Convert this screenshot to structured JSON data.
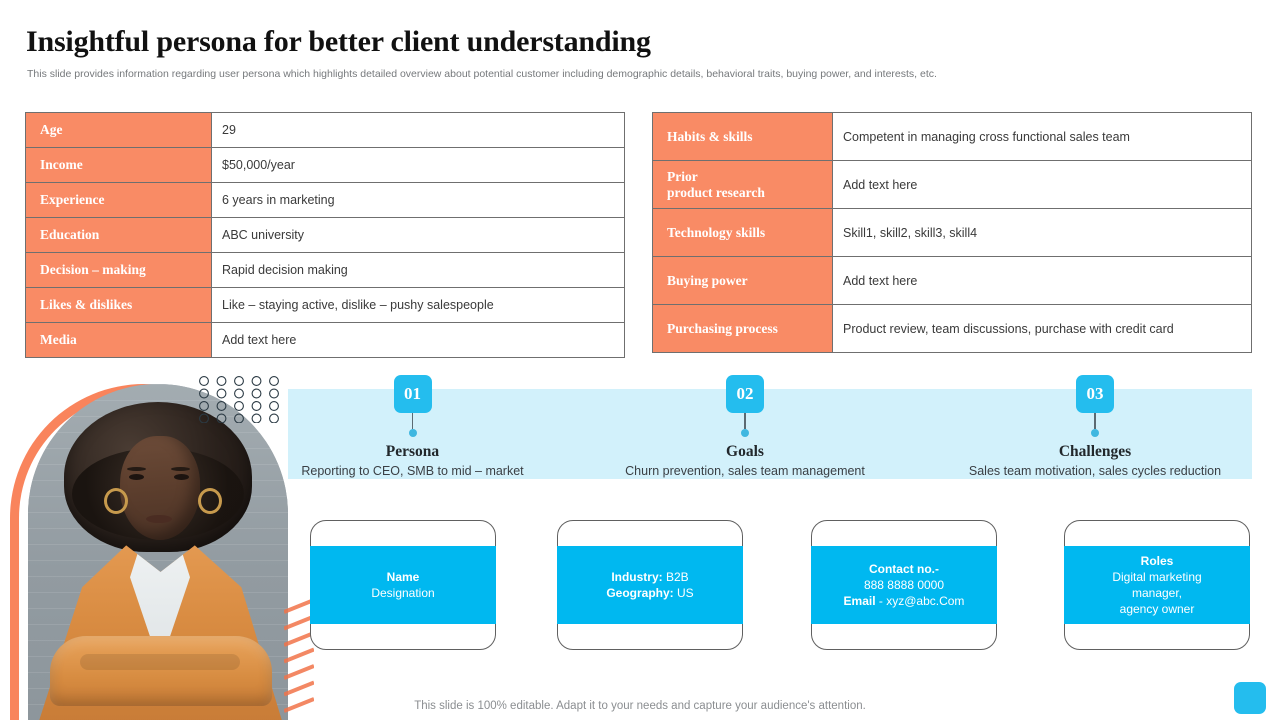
{
  "header": {
    "title": "Insightful persona for better client understanding",
    "subtitle": "This slide provides information regarding user persona which highlights detailed overview about potential customer including demographic details, behavioral traits, buying power, and interests, etc."
  },
  "colors": {
    "orange": "#F9845C",
    "orange_cell": "#F98B65",
    "cyan": "#00B8F0",
    "cyan_badge": "#24BDEE",
    "band_light_blue": "#D2F1FB",
    "border_gray": "#6F6F6F"
  },
  "table_left": {
    "name": "demographics-table",
    "rows": [
      {
        "label": "Age",
        "value": "29"
      },
      {
        "label": "Income",
        "value": "$50,000/year"
      },
      {
        "label": "Experience",
        "value": "6 years in marketing"
      },
      {
        "label": "Education",
        "value": "ABC university"
      },
      {
        "label": "Decision – making",
        "value": "Rapid decision making"
      },
      {
        "label": "Likes & dislikes",
        "value": "Like – staying active, dislike – pushy salespeople"
      },
      {
        "label": "Media",
        "value": "Add text here"
      }
    ]
  },
  "table_right": {
    "name": "skills-table",
    "rows": [
      {
        "label": "Habits & skills",
        "value": "Competent in managing cross functional sales team"
      },
      {
        "label": "Prior\nproduct research",
        "value": "Add text here"
      },
      {
        "label": "Technology skills",
        "value": "Skill1, skill2, skill3, skill4"
      },
      {
        "label": "Buying power",
        "value": "Add text here"
      },
      {
        "label": "Purchasing process",
        "value": "Product review, team discussions, purchase with credit card"
      }
    ]
  },
  "steps": [
    {
      "number": "01",
      "title": "Persona",
      "desc": "Reporting to CEO, SMB to mid – market"
    },
    {
      "number": "02",
      "title": "Goals",
      "desc": "Churn prevention, sales team management"
    },
    {
      "number": "03",
      "title": "Challenges",
      "desc": "Sales team motivation, sales cycles reduction"
    }
  ],
  "cards": [
    {
      "name": "name-card",
      "line1_bold": "Name",
      "line1_rest": "",
      "line2_bold": "",
      "line2_rest": "Designation",
      "line3_bold": "",
      "line3_rest": ""
    },
    {
      "name": "industry-card",
      "line1_bold": "Industry:",
      "line1_rest": " B2B",
      "line2_bold": "Geography:",
      "line2_rest": " US",
      "line3_bold": "",
      "line3_rest": ""
    },
    {
      "name": "contact-card",
      "line1_bold": "Contact no.-",
      "line1_rest": "",
      "line2_bold": "",
      "line2_rest": "888 8888 0000",
      "line3_bold": "Email",
      "line3_rest": " - xyz@abc.Com"
    },
    {
      "name": "roles-card",
      "line1_bold": "Roles",
      "line1_rest": "",
      "line2_bold": "",
      "line2_rest": "Digital marketing",
      "line3_bold": "",
      "line3_rest": "manager,\nagency owner"
    }
  ],
  "footer": {
    "note": "This slide is 100% editable. Adapt it to your needs and capture your audience's attention."
  },
  "decorations": {
    "dot_grid": {
      "columns": 5,
      "rows": 4
    },
    "stripes": {
      "count": 7
    }
  }
}
